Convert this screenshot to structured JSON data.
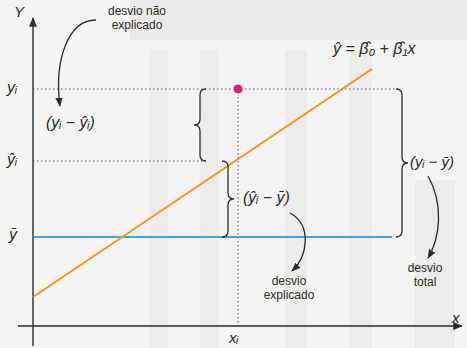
{
  "diagram": {
    "labels": [
      "Y",
      "desvio não explicado",
      "ŷ = β̂₀ + β̂₁x",
      "yᵢ",
      "(yᵢ − ŷᵢ)",
      "(yᵢ − ȳ)",
      "ŷᵢ",
      "(ŷᵢ − ȳ)",
      "ȳ",
      "desvio explicado",
      "desvio total",
      "xᵢ",
      "x"
    ]
  }
}
